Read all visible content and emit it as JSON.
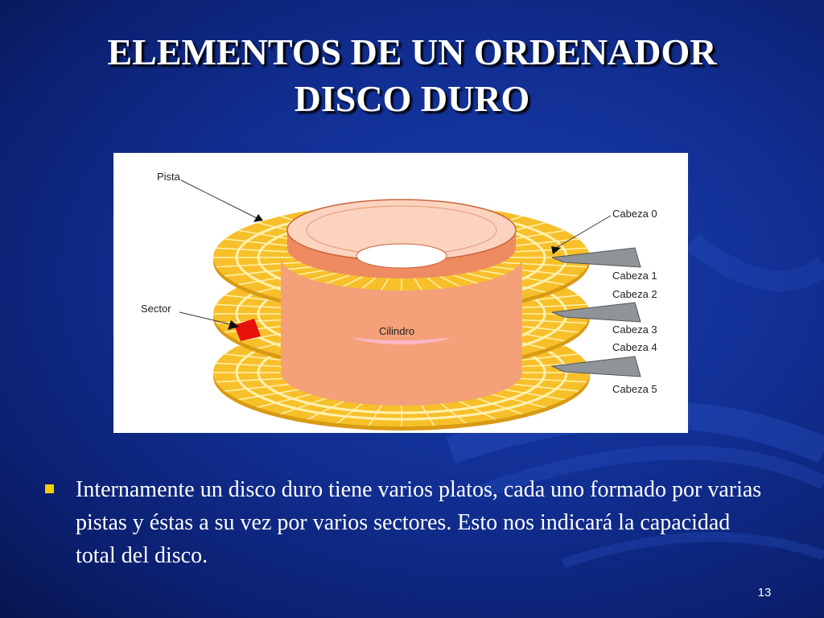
{
  "slide": {
    "title_line1": "ELEMENTOS DE UN ORDENADOR",
    "title_line2": "DISCO DURO",
    "page_number": "13"
  },
  "diagram": {
    "labels": {
      "pista": "Pista",
      "sector": "Sector",
      "cilindro": "Cilindro",
      "cabeza0": "Cabeza 0",
      "cabeza1": "Cabeza 1",
      "cabeza2": "Cabeza 2",
      "cabeza3": "Cabeza 3",
      "cabeza4": "Cabeza 4",
      "cabeza5": "Cabeza 5"
    },
    "colors": {
      "platter": "#f7c02a",
      "track_line": "#fff1b0",
      "cylinder": "#f4a079",
      "cylinder_top": "#fcd3bf",
      "sector": "#e8120c",
      "head": "#8f9498"
    }
  },
  "bullets": [
    {
      "text": "Internamente un disco duro tiene varios platos, cada uno formado por varias pistas y éstas a su vez por varios sectores. Esto nos indicará la capacidad total del disco."
    }
  ]
}
